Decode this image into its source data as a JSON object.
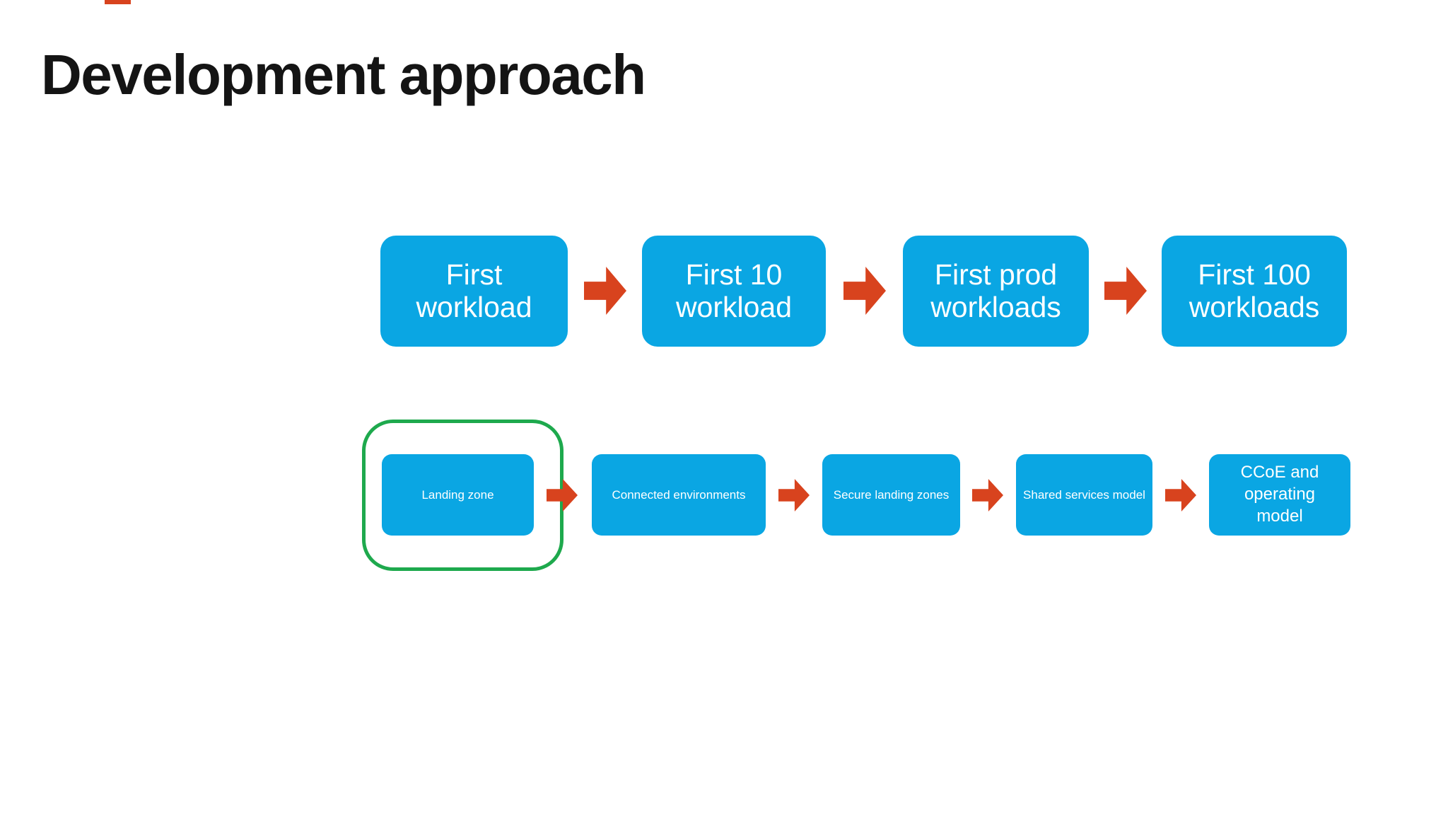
{
  "page": {
    "title": "Development approach"
  },
  "colors": {
    "box_blue": "#0AA6E3",
    "arrow_red": "#D8431E",
    "highlight_green": "#1EA94D",
    "title_text": "#141414",
    "box_text": "#FFFFFF",
    "background": "#FFFFFF",
    "accent_bar": "#D8431E"
  },
  "flow": {
    "top_row": [
      {
        "lines": [
          "First",
          "workload"
        ]
      },
      {
        "lines": [
          "First 10",
          "workload"
        ]
      },
      {
        "lines": [
          "First prod",
          "workloads"
        ]
      },
      {
        "lines": [
          "First 100",
          "workloads"
        ]
      }
    ],
    "bottom_row": [
      {
        "label": "Landing zone",
        "highlighted": true
      },
      {
        "label": "Connected environments"
      },
      {
        "label": "Secure landing zones"
      },
      {
        "label": "Shared services model"
      },
      {
        "lines": [
          "CCoE and",
          "operating",
          "model"
        ]
      }
    ]
  }
}
